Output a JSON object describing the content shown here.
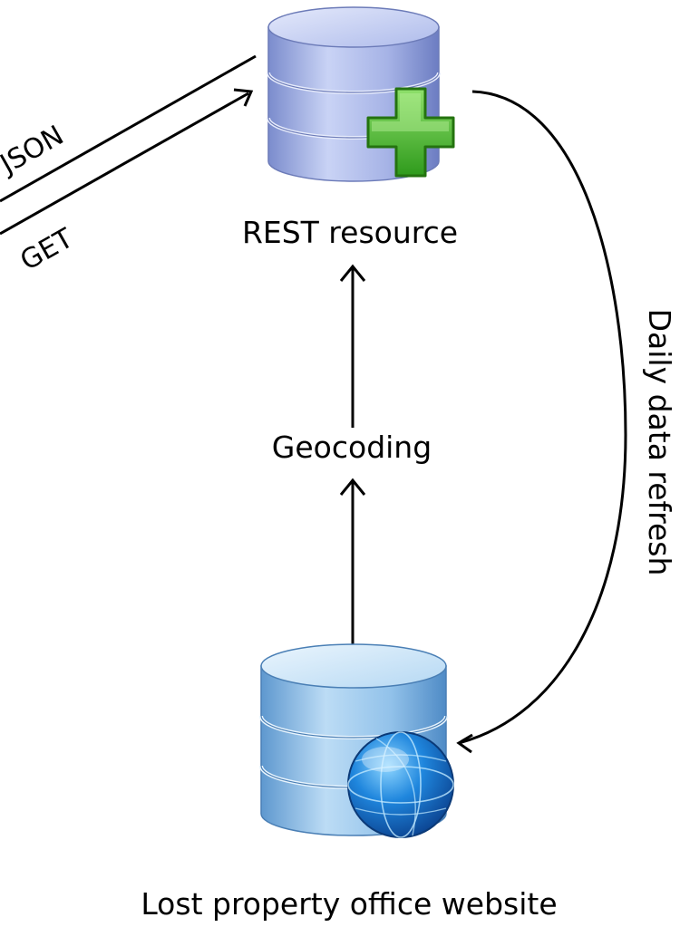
{
  "nodes": {
    "rest_resource": {
      "label": "REST resource",
      "icon": "database-plus-icon"
    },
    "geocoding": {
      "label": "Geocoding"
    },
    "lost_property": {
      "label": "Lost property office website",
      "icon": "database-globe-icon"
    }
  },
  "edges": {
    "json_label": "JSON",
    "get_label": "GET",
    "refresh_label": "Daily data refresh"
  },
  "colors": {
    "rest_db_body": "#9aa9de",
    "rest_db_top": "#c7d1f3",
    "plus_green": "#45b82a",
    "website_db_body": "#7fb1dc",
    "website_db_top": "#cfe6f8",
    "globe_blue": "#1f7fd6"
  }
}
